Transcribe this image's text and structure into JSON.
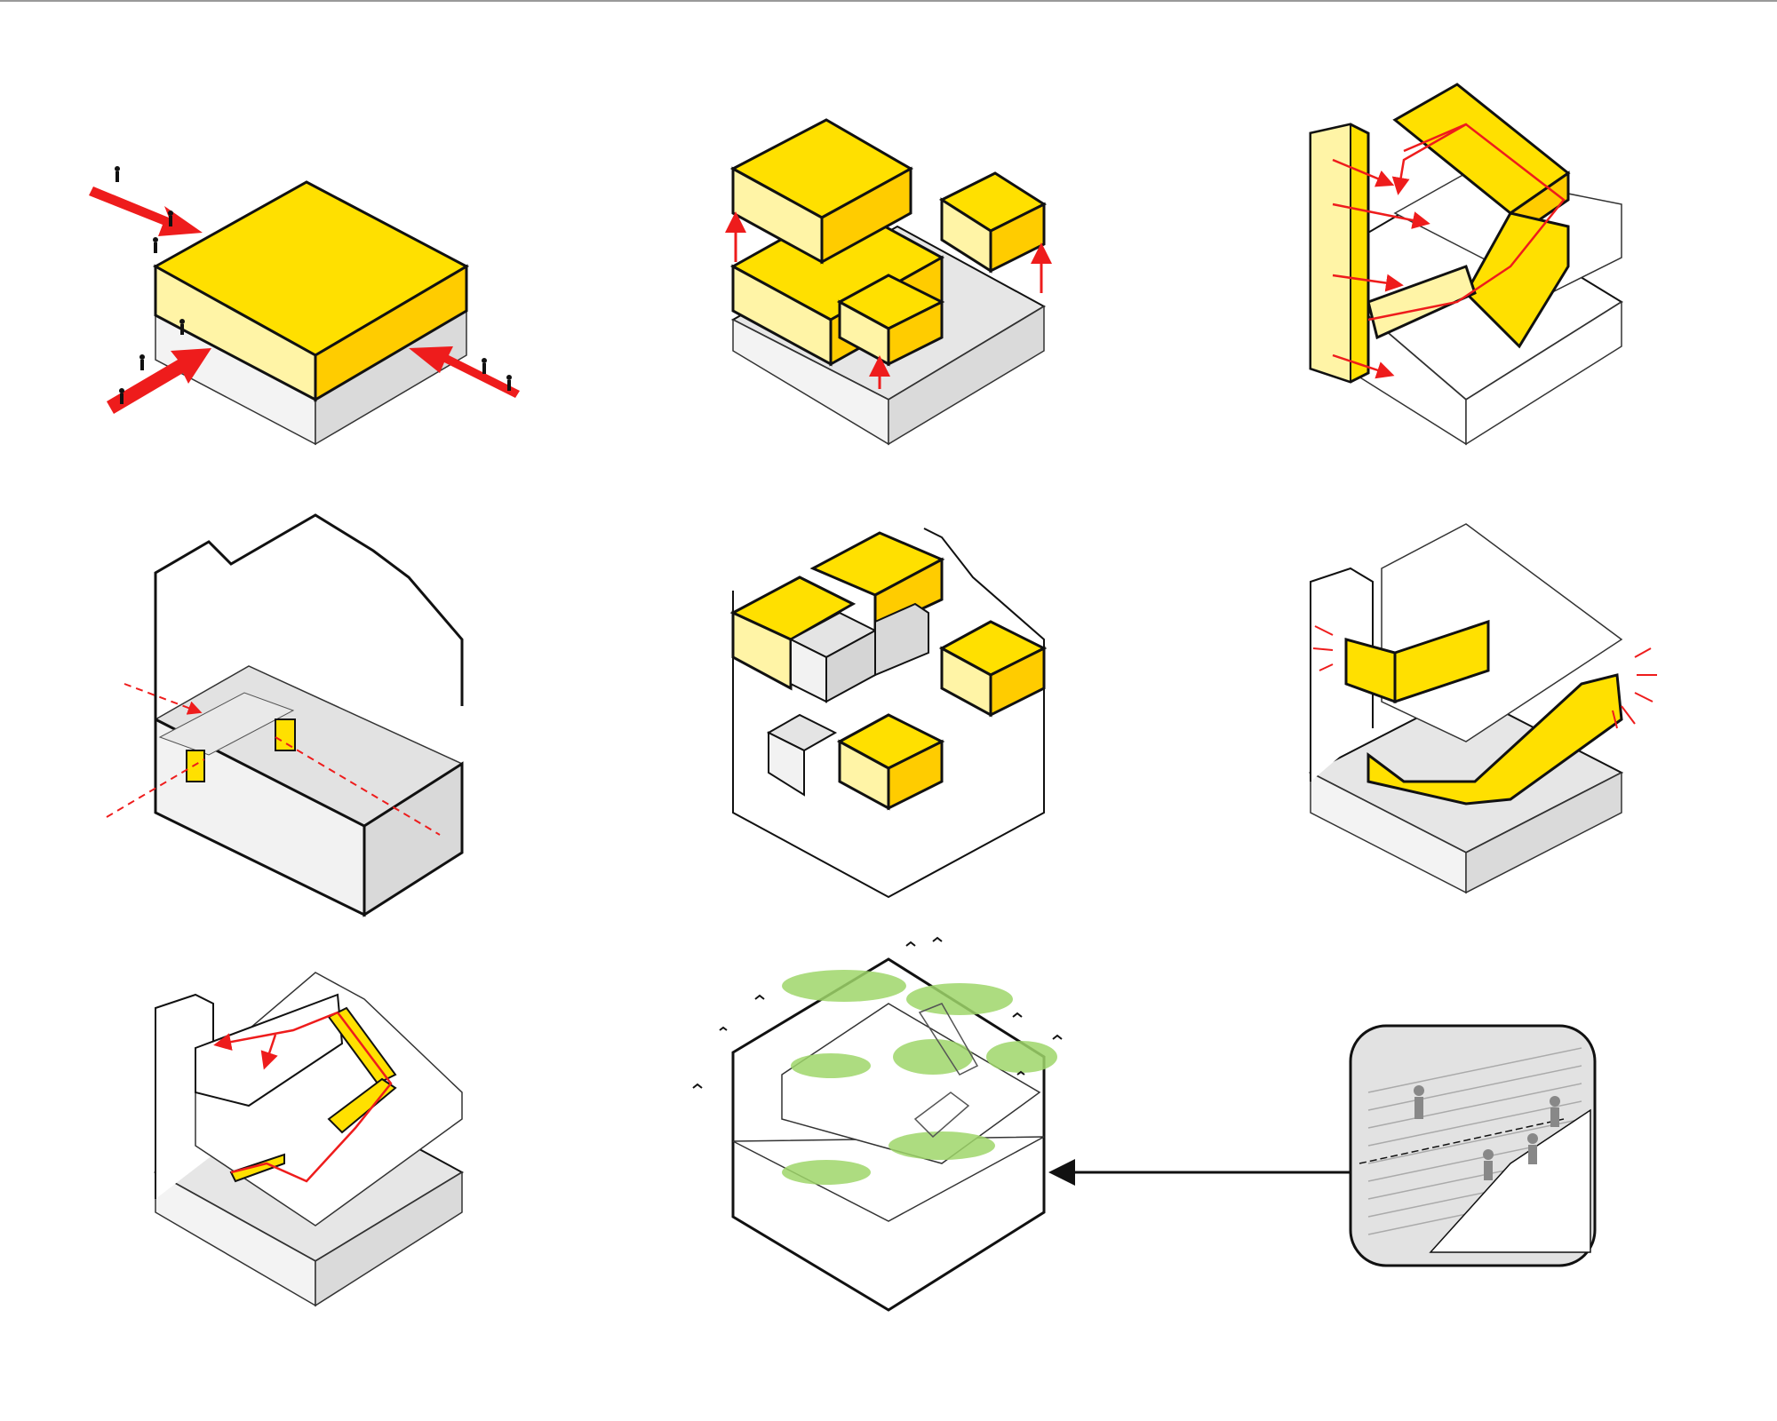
{
  "diagrams": [
    {
      "id": 1,
      "subject": "massing-block",
      "icons": [
        "pedestrian-icon",
        "arrow-in-icon"
      ]
    },
    {
      "id": 2,
      "subject": "split-volumes-lifted",
      "icons": [
        "arrow-up-icon"
      ]
    },
    {
      "id": 3,
      "subject": "circulation-core-and-ramps",
      "icons": [
        "path-arrow-icon"
      ]
    },
    {
      "id": 4,
      "subject": "ground-floor-access-axes",
      "icons": [
        "door-icon",
        "axis-line-icon"
      ]
    },
    {
      "id": 5,
      "subject": "program-boxes-placed",
      "icons": []
    },
    {
      "id": 6,
      "subject": "facade-openings-views",
      "icons": [
        "view-ray-icon"
      ]
    },
    {
      "id": 7,
      "subject": "stair-circulation",
      "icons": [
        "stair-icon",
        "path-arrow-icon"
      ]
    },
    {
      "id": 8,
      "subject": "green-terraces",
      "icons": [
        "bird-icon",
        "tree-icon"
      ]
    },
    {
      "id": 9,
      "subject": "stair-detail-inset",
      "icons": [
        "person-icon",
        "arrow-left-icon"
      ]
    }
  ],
  "colors": {
    "yellow_top": "#ffe000",
    "yellow_right": "#ffcc00",
    "yellow_left": "#fff4a6",
    "grey_top": "#e2e2e2",
    "grey_left": "#f2f2f2",
    "grey_right": "#d9d9d9",
    "red": "#ee1c1c",
    "green": "#9fd66a",
    "outline": "#111111"
  }
}
